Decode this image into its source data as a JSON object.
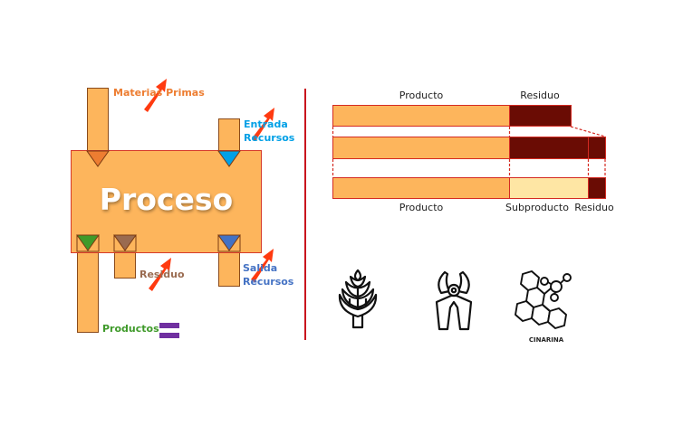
{
  "left_diagram": {
    "process_label": "Proceso",
    "inputs": [
      {
        "label": "Materias Primas",
        "color": "#ed7d31"
      },
      {
        "label_line1": "Entrada",
        "label_line2": "Recursos",
        "color": "#00a0e6"
      }
    ],
    "outputs": [
      {
        "label": "Productos",
        "color": "#3f9a2a"
      },
      {
        "label": "Residuo",
        "color": "#9a6b50"
      },
      {
        "label_line1": "Salida",
        "label_line2": "Recursos",
        "color": "#4472c4"
      }
    ],
    "equals_symbol_color": "#7030a0",
    "arrow_color": "#ff3a10"
  },
  "right_diagram": {
    "top_labels": {
      "producto": "Producto",
      "residuo": "Residuo"
    },
    "bottom_labels": {
      "producto": "Producto",
      "subproducto": "Subproducto",
      "residuo": "Residuo"
    },
    "rows": [
      {
        "segments": [
          {
            "name": "producto",
            "fraction": 0.65
          },
          {
            "name": "residuo",
            "fraction": 0.23
          }
        ]
      },
      {
        "segments": [
          {
            "name": "producto",
            "fraction": 0.65
          },
          {
            "name": "residuo",
            "fraction": 0.35
          }
        ]
      },
      {
        "segments": [
          {
            "name": "producto",
            "fraction": 0.65
          },
          {
            "name": "subproducto",
            "fraction": 0.29
          },
          {
            "name": "residuo",
            "fraction": 0.06
          }
        ]
      }
    ],
    "colors": {
      "producto": "#fdb55c",
      "residuo": "#6a0c04",
      "subproducto": "#fee6a4",
      "border": "#d42a22"
    }
  },
  "icons": [
    {
      "name": "artichoke-icon"
    },
    {
      "name": "pruning-shears-icon"
    },
    {
      "name": "molecule-icon",
      "caption": "CINARINA"
    }
  ]
}
